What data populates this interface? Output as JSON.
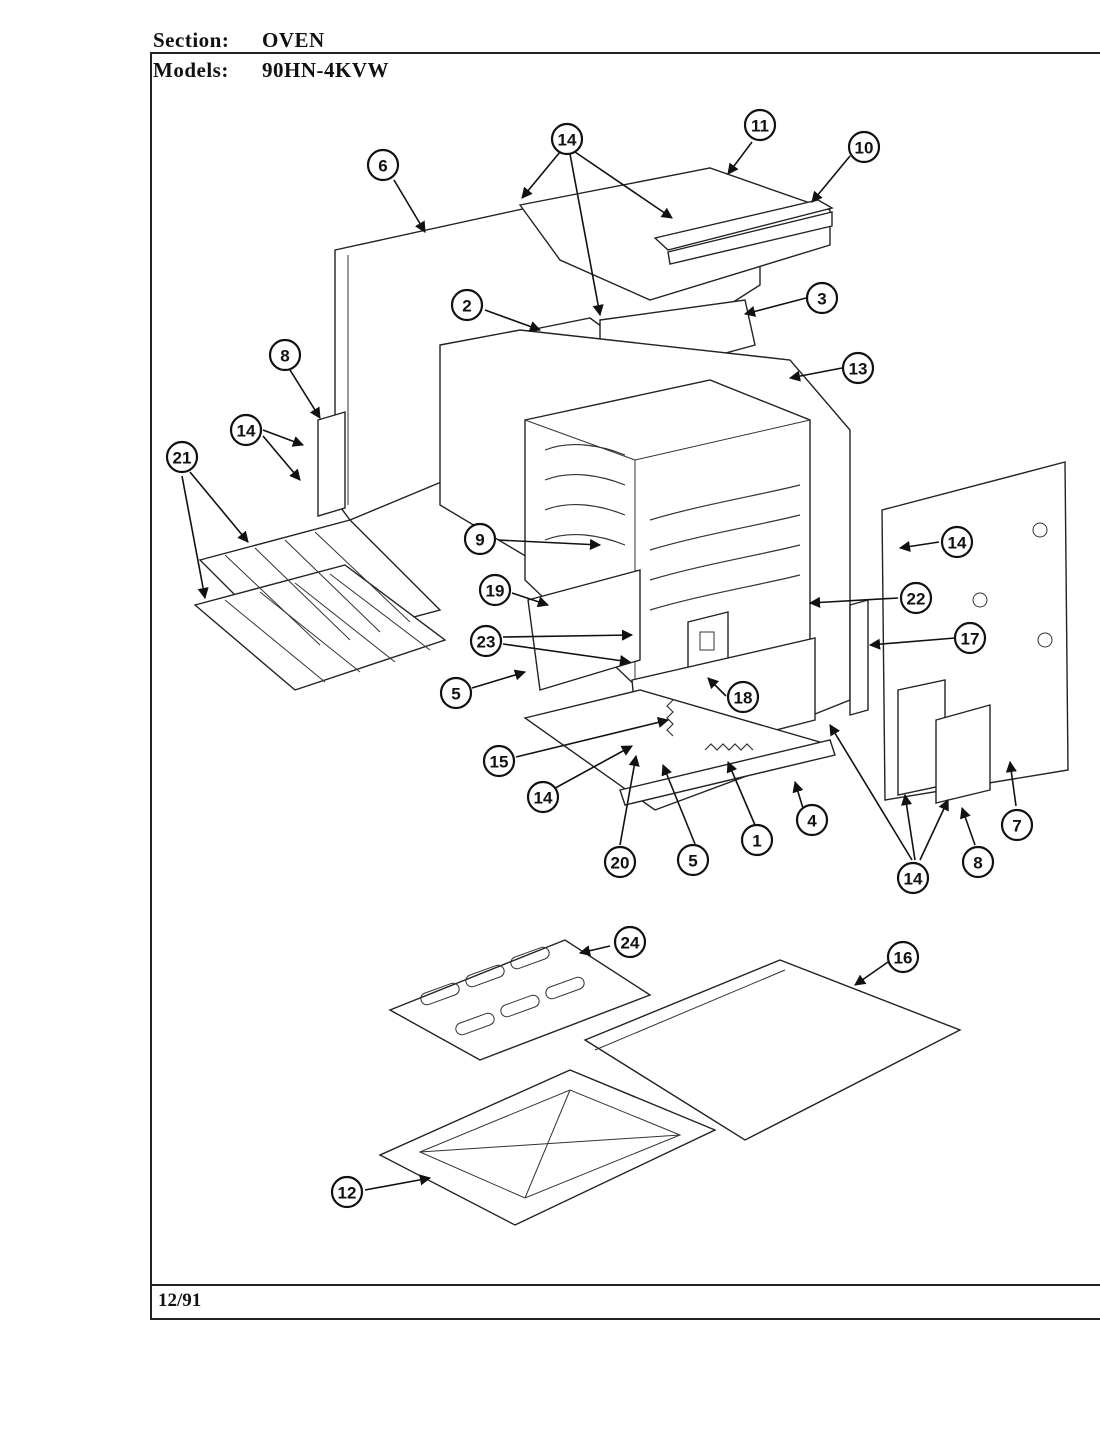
{
  "header": {
    "section_label": "Section:",
    "section_value": "OVEN",
    "models_label": "Models:",
    "models_value": "90HN-4KVW"
  },
  "footer": {
    "date": "12/91"
  },
  "callouts": [
    {
      "id": "c14-top",
      "label": "14"
    },
    {
      "id": "c11",
      "label": "11"
    },
    {
      "id": "c10",
      "label": "10"
    },
    {
      "id": "c6",
      "label": "6"
    },
    {
      "id": "c2",
      "label": "2"
    },
    {
      "id": "c3",
      "label": "3"
    },
    {
      "id": "c13",
      "label": "13"
    },
    {
      "id": "c8-left",
      "label": "8"
    },
    {
      "id": "c14-left",
      "label": "14"
    },
    {
      "id": "c21",
      "label": "21"
    },
    {
      "id": "c9",
      "label": "9"
    },
    {
      "id": "c14-right",
      "label": "14"
    },
    {
      "id": "c19",
      "label": "19"
    },
    {
      "id": "c22",
      "label": "22"
    },
    {
      "id": "c23",
      "label": "23"
    },
    {
      "id": "c17",
      "label": "17"
    },
    {
      "id": "c5-left",
      "label": "5"
    },
    {
      "id": "c18",
      "label": "18"
    },
    {
      "id": "c15",
      "label": "15"
    },
    {
      "id": "c14-bottom",
      "label": "14"
    },
    {
      "id": "c4",
      "label": "4"
    },
    {
      "id": "c1",
      "label": "1"
    },
    {
      "id": "c20",
      "label": "20"
    },
    {
      "id": "c5-bottom",
      "label": "5"
    },
    {
      "id": "c14-lowright",
      "label": "14"
    },
    {
      "id": "c8-right",
      "label": "8"
    },
    {
      "id": "c7",
      "label": "7"
    },
    {
      "id": "c24",
      "label": "24"
    },
    {
      "id": "c16",
      "label": "16"
    },
    {
      "id": "c12",
      "label": "12"
    }
  ]
}
